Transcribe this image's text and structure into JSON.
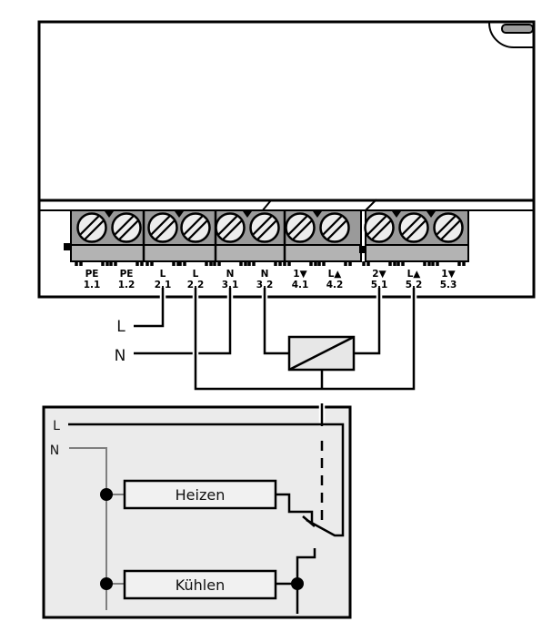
{
  "device": {
    "description_label": "",
    "terminals": [
      {
        "label": "PE",
        "number": "1.1"
      },
      {
        "label": "PE",
        "number": "1.2"
      },
      {
        "label": "L",
        "number": "2.1"
      },
      {
        "label": "L",
        "number": "2.2"
      },
      {
        "label": "N",
        "number": "3.1"
      },
      {
        "label": "N",
        "number": "3.2"
      },
      {
        "label": "1▼",
        "number": "4.1"
      },
      {
        "label": "L▲",
        "number": "4.2"
      },
      {
        "label": "2▼",
        "number": "5.1"
      },
      {
        "label": "L▲",
        "number": "5.2"
      },
      {
        "label": "1▼",
        "number": "5.3"
      }
    ]
  },
  "wiring": {
    "line_label": "L",
    "neutral_label": "N"
  },
  "room_unit": {
    "line_label": "L",
    "neutral_label": "N",
    "heating_label": "Heizen",
    "cooling_label": "Kühlen"
  },
  "colors": {
    "outline": "#000000",
    "terminal_strip_upper": "#9a9a9a",
    "terminal_strip_lower": "#b3b3b3",
    "screw_fill": "#ededed",
    "valve_box_fill": "#e7e7e7",
    "room_unit_fill": "#ebebeb",
    "neutral_wire_gray": "#7f7f7f"
  }
}
